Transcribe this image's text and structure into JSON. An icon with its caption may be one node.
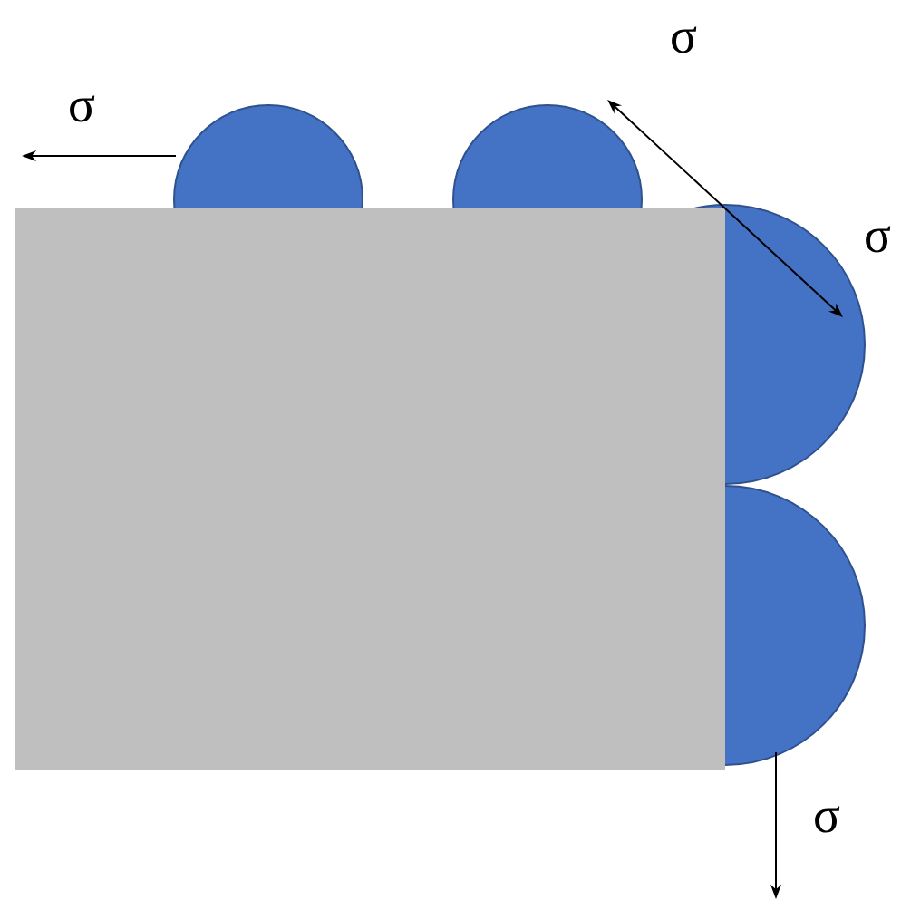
{
  "diagram": {
    "labels": [
      "σ",
      "σ",
      "σ",
      "σ"
    ]
  }
}
